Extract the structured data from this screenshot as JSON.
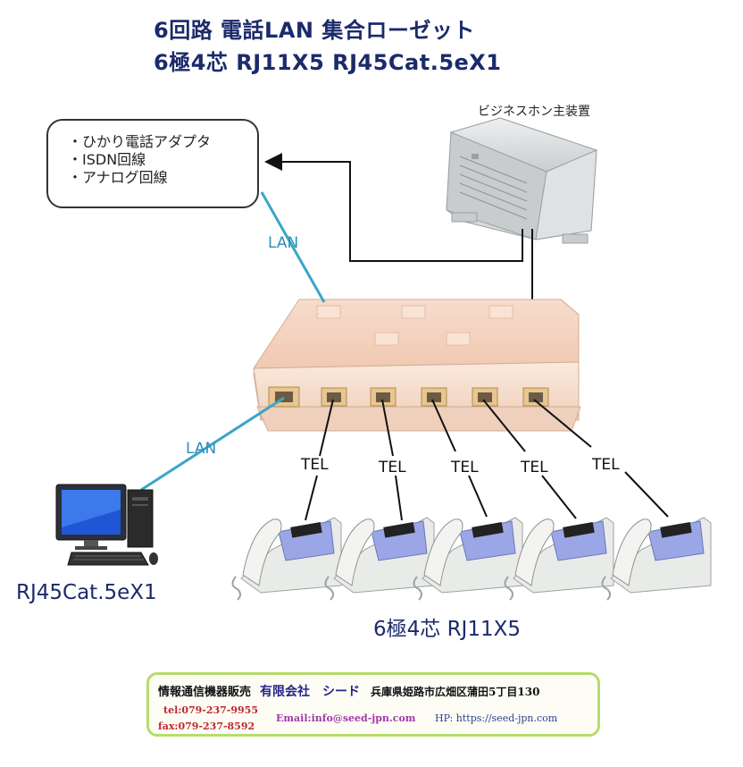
{
  "title": {
    "line1": "6回路 電話LAN 集合ローゼット",
    "line2": "6極4芯 RJ11X5  RJ45Cat.5eX1"
  },
  "callout": {
    "items": [
      "・ひかり電話アダプタ",
      "・ISDN回線",
      "・アナログ回線"
    ]
  },
  "pbx_label": "ビジネスホン主装置",
  "labels": {
    "lan_top": "LAN",
    "lan_bottom": "LAN",
    "tel": [
      "TEL",
      "TEL",
      "TEL",
      "TEL",
      "TEL"
    ],
    "rj45": "RJ45Cat.5eX1",
    "rj11": "6極4芯 RJ11X5"
  },
  "footer": {
    "business": "情報通信機器販売",
    "company": "有限会社　シード",
    "address": "兵庫県姫路市広畑区蒲田5丁目130",
    "tel": "tel:079-237-9955",
    "fax": "fax:079-237-8592",
    "email": "Email:info@seed-jpn.com",
    "hp": "HP: https://seed-jpn.com"
  },
  "colors": {
    "title": "#1b2a6b",
    "lan_line": "#3aa5c8",
    "footer_border": "#b6dc6a",
    "contact_red": "#c0282e",
    "email_purple": "#a23aa8"
  }
}
